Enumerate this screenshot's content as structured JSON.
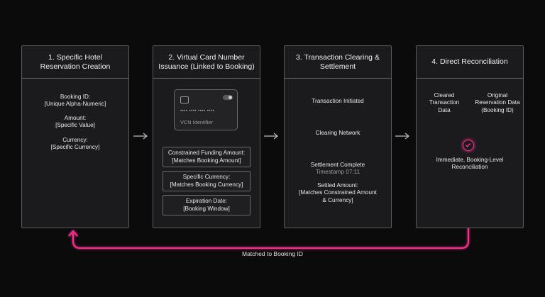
{
  "colors": {
    "accent": "#ff2f8e",
    "panel": "#1b1b1d",
    "border": "#5c5c60",
    "background": "#0b0b0c"
  },
  "steps": [
    {
      "title": "1. Specific Hotel Reservation Creation",
      "title_lines": [
        "1. Specific Hotel",
        "Reservation Creation"
      ],
      "fields": [
        {
          "label": "Booking ID:",
          "value": "[Unique Alpha-Numeric]"
        },
        {
          "label": "Amount:",
          "value": "[Specific Value]"
        },
        {
          "label": "Currency:",
          "value": "[Specific Currency]"
        }
      ]
    },
    {
      "title_lines": [
        "2. Virtual Card Number",
        "Issuance (Linked to Booking)"
      ],
      "card_label": "VCN Identifier",
      "card_number": "•••• •••• •••• ••••",
      "constraints": [
        {
          "label": "Constrained Funding Amount:",
          "value": "[Matches Booking Amount]"
        },
        {
          "label": "Specific Currency:",
          "value": "[Matches Booking Currency]"
        },
        {
          "label": "Expiration Date:",
          "value": "[Booking Window]"
        }
      ]
    },
    {
      "title_lines": [
        "3. Transaction Clearing &",
        "Settlement"
      ],
      "flow": [
        "Transaction Initiated",
        "Clearing Network",
        "Settlement Complete"
      ],
      "timestamp": "Timestamp 07:11",
      "settled_label": "Settled Amount:",
      "settled_value_lines": [
        "[Matches Constrained Amount",
        "& Currency]"
      ]
    },
    {
      "title_lines": [
        "4. Direct Reconciliation"
      ],
      "left_input_lines": [
        "Cleared",
        "Transaction",
        "Data"
      ],
      "right_input_lines": [
        "Original",
        "Reservation Data",
        "(Booking ID)"
      ],
      "result_lines": [
        "Immediate, Booking-Level",
        "Reconciliation"
      ]
    }
  ],
  "loop_label": "Matched to Booking ID"
}
